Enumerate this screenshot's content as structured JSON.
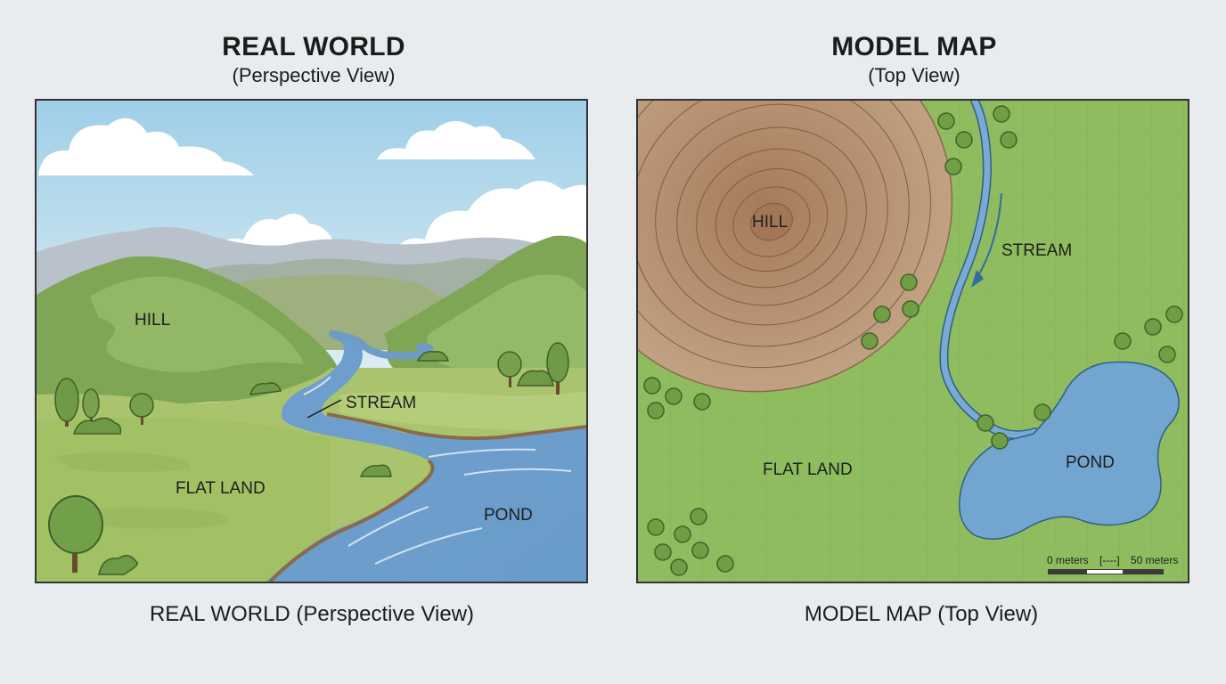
{
  "real_world": {
    "title": "REAL WORLD",
    "subtitle": "(Perspective View)",
    "labels": {
      "hill": "HILL",
      "stream": "STREAM",
      "flat_land": "FLAT LAND",
      "pond": "POND"
    },
    "caption": "REAL WORLD (Perspective View)"
  },
  "model_map": {
    "title": "MODEL MAP",
    "subtitle": "(Top View)",
    "labels": {
      "hill": "HILL",
      "stream": "STREAM",
      "flat_land": "FLAT LAND",
      "pond": "POND"
    },
    "scale_bar": {
      "start_label": "0 meters",
      "middle_label": "[----]",
      "end_label": "50 meters"
    },
    "caption": "MODEL MAP (Top View)"
  },
  "colors": {
    "sky": "#a9d4ea",
    "grass": "#9dc168",
    "hill_green": "#7fa955",
    "water": "#6fa3cf",
    "hill_brown": "#b48a68",
    "map_green": "#8fbc5f"
  }
}
